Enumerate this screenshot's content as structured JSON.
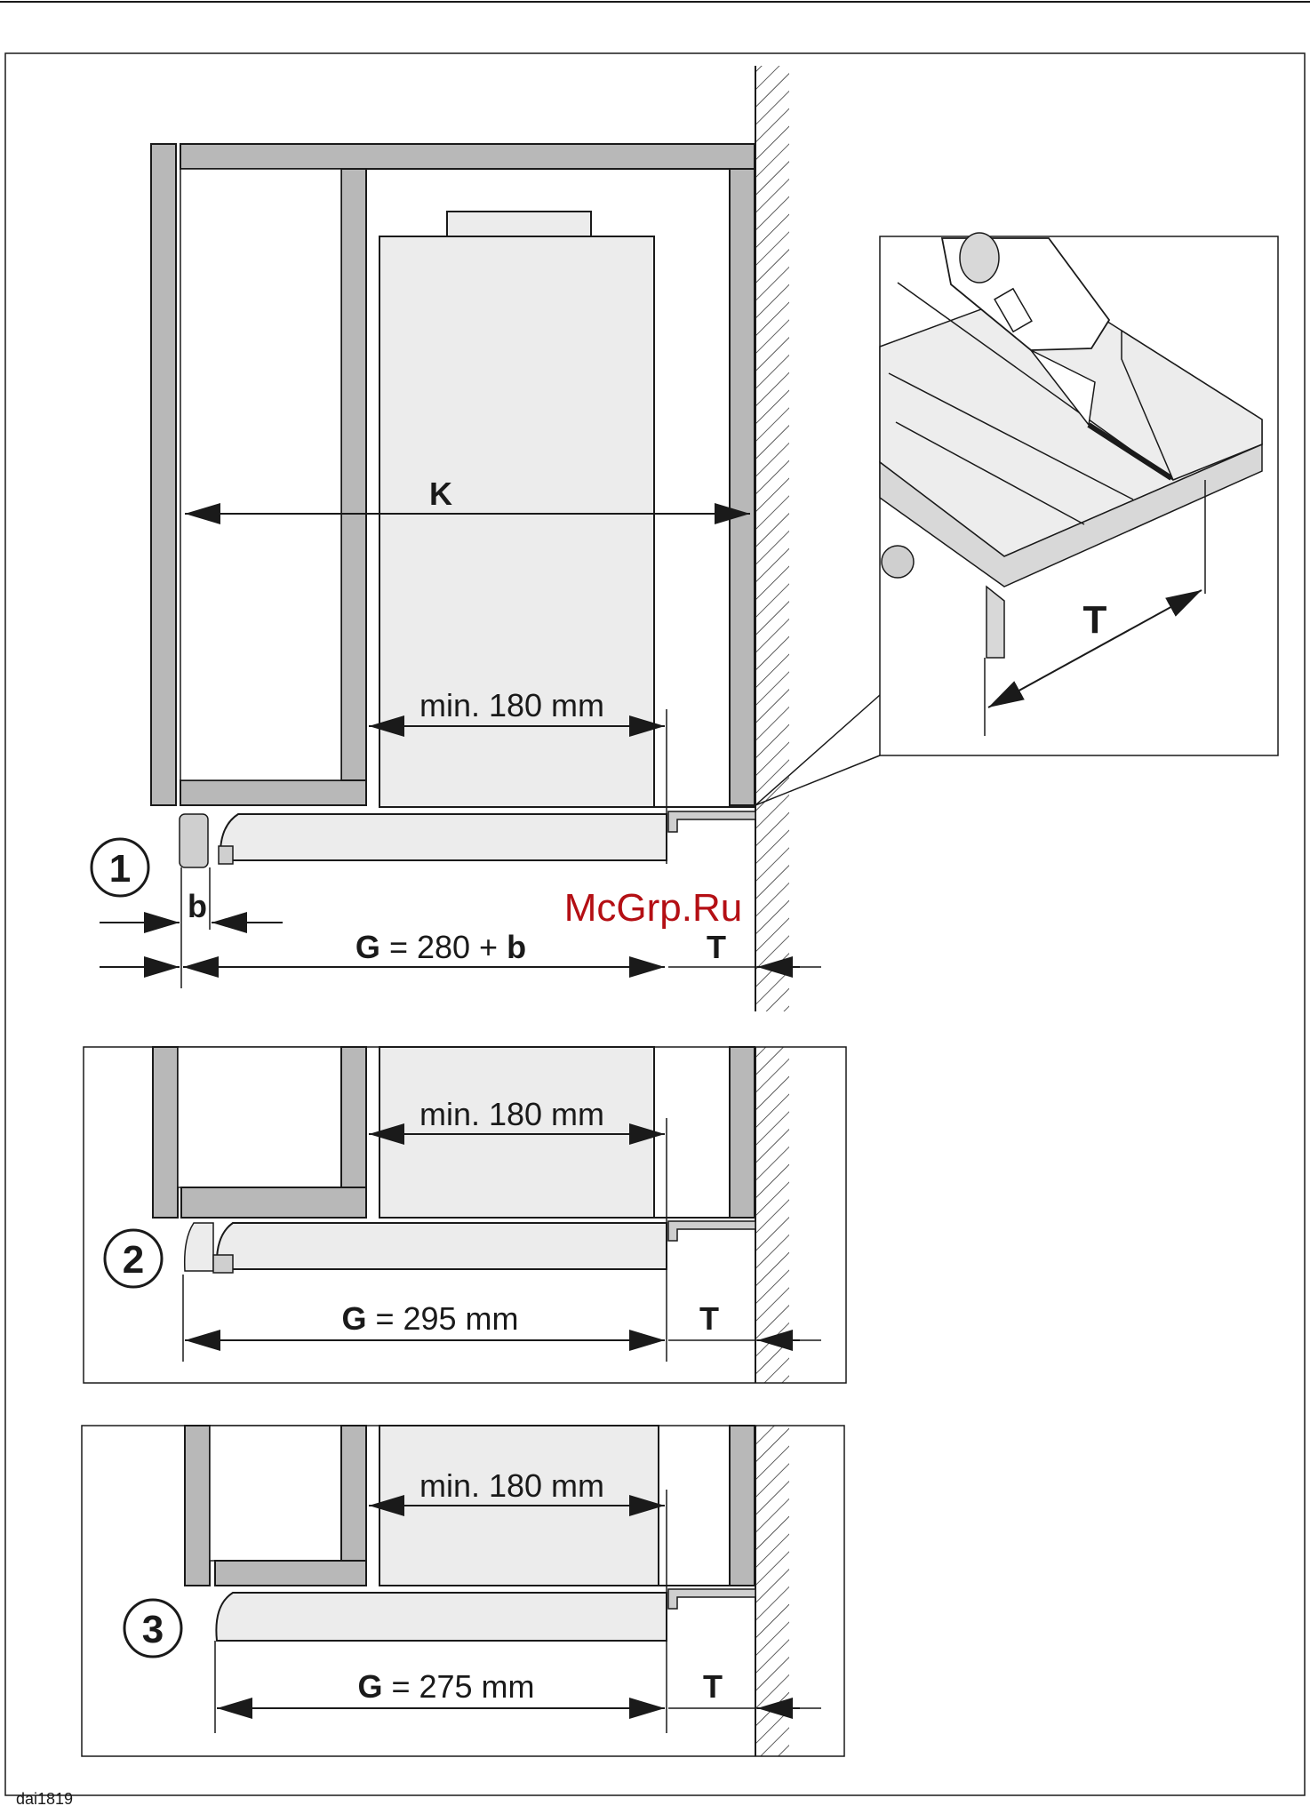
{
  "main_view": {
    "step": "1",
    "width_label": "K",
    "min_label": "min. 180 mm",
    "b_label": "b",
    "g_label": "G",
    "g_formula": "= 280 +",
    "g_b": "b",
    "t_label": "T"
  },
  "detail": {
    "t_label": "T"
  },
  "variant_2": {
    "step": "2",
    "min_label": "min. 180 mm",
    "g_label": "G",
    "g_value": "= 295 mm",
    "t_label": "T"
  },
  "variant_3": {
    "step": "3",
    "min_label": "min. 180 mm",
    "g_label": "G",
    "g_value": "= 275 mm",
    "t_label": "T"
  },
  "watermark": "McGrp.Ru",
  "figure_code": "dai1819",
  "colors": {
    "panel_fill": "#b8b8b8",
    "appliance_fill": "#ececec",
    "line": "#1a1a1a",
    "watermark": "#b40f14"
  }
}
